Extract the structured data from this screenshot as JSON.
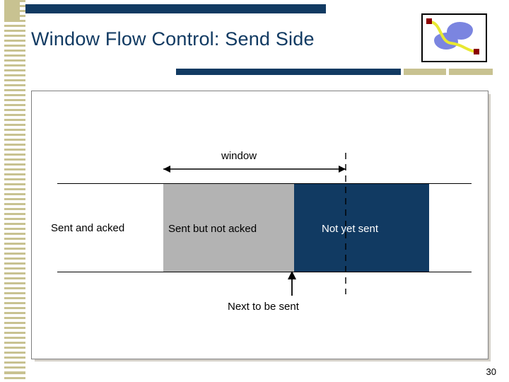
{
  "slide": {
    "title": "Window Flow Control: Send Side",
    "page_number": "30"
  },
  "logo": {
    "name": "cloud-network-logo",
    "cloud_color": "#7b85e0",
    "curve_color": "#e8e832",
    "square_color": "#8b0000"
  },
  "theme": {
    "accent_dark_blue": "#113a62",
    "accent_tan": "#c8c291",
    "gray_segment": "#b3b3b3",
    "title_color": "#113a62"
  },
  "diagram": {
    "window_label": "window",
    "next_to_be_sent_label": "Next to be sent",
    "segments": [
      {
        "id": "sent-and-acked",
        "label": "Sent and acked",
        "fill": "#ffffff",
        "text_color": "#000000"
      },
      {
        "id": "sent-but-not-acked",
        "label": "Sent but not acked",
        "fill": "#b3b3b3",
        "text_color": "#000000"
      },
      {
        "id": "not-yet-sent",
        "label": "Not yet sent",
        "fill": "#113a62",
        "text_color": "#ffffff"
      }
    ]
  }
}
